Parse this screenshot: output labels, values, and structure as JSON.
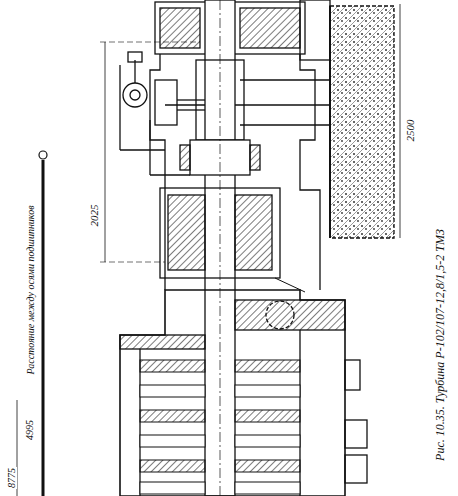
{
  "diagram": {
    "caption": "Рис. 10.35. Турбина Р-102/107-12,8/1,5-2 ТМЗ",
    "labels": [
      "2025",
      "2500",
      "Расстояние между осями подшипников",
      "4995",
      "8775"
    ]
  }
}
